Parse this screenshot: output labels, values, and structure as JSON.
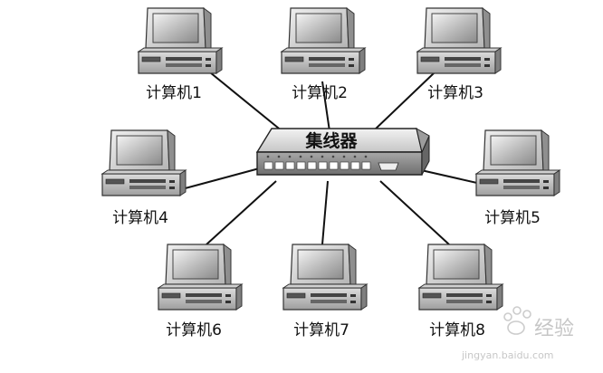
{
  "hub": {
    "label": "集线器"
  },
  "computers": [
    {
      "label": "计算机1"
    },
    {
      "label": "计算机2"
    },
    {
      "label": "计算机3"
    },
    {
      "label": "计算机4"
    },
    {
      "label": "计算机5"
    },
    {
      "label": "计算机6"
    },
    {
      "label": "计算机7"
    },
    {
      "label": "计算机8"
    }
  ],
  "watermark": {
    "text": "经验",
    "url": "jingyan.baidu.com"
  }
}
